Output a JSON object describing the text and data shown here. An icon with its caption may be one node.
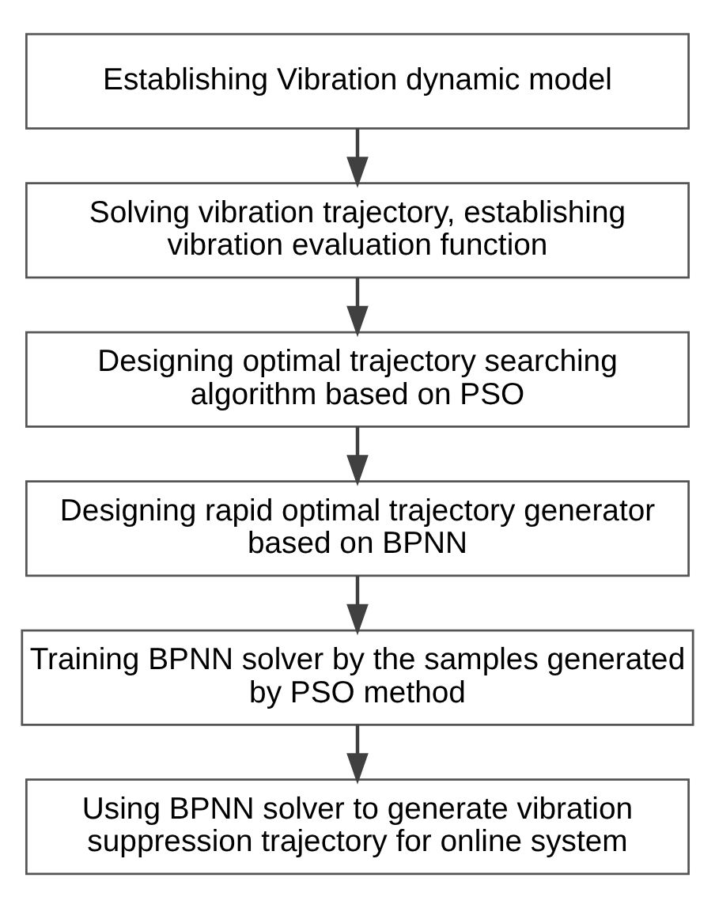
{
  "diagram": {
    "nodes": [
      {
        "text": [
          "Establishing Vibration dynamic model"
        ]
      },
      {
        "text": [
          "Solving vibration trajectory, establishing vibration evaluation function"
        ]
      },
      {
        "text": [
          "Designing optimal trajectory searching algorithm based on PSO"
        ]
      },
      {
        "text": [
          "Designing rapid optimal trajectory generator based on BPNN"
        ]
      },
      {
        "text": [
          "Training BPNN solver by the samples generated by PSO method"
        ]
      },
      {
        "text": [
          "Using BPNN solver to generate vibration suppression trajectory for online system"
        ]
      }
    ],
    "edges": [
      {
        "from": 0,
        "to": 1,
        "arrow": "to"
      },
      {
        "from": 1,
        "to": 2,
        "arrow": "to"
      },
      {
        "from": 2,
        "to": 3,
        "arrow": "to"
      },
      {
        "from": 3,
        "to": 4,
        "arrow": "to"
      },
      {
        "from": 4,
        "to": 5,
        "arrow": "to"
      }
    ]
  }
}
